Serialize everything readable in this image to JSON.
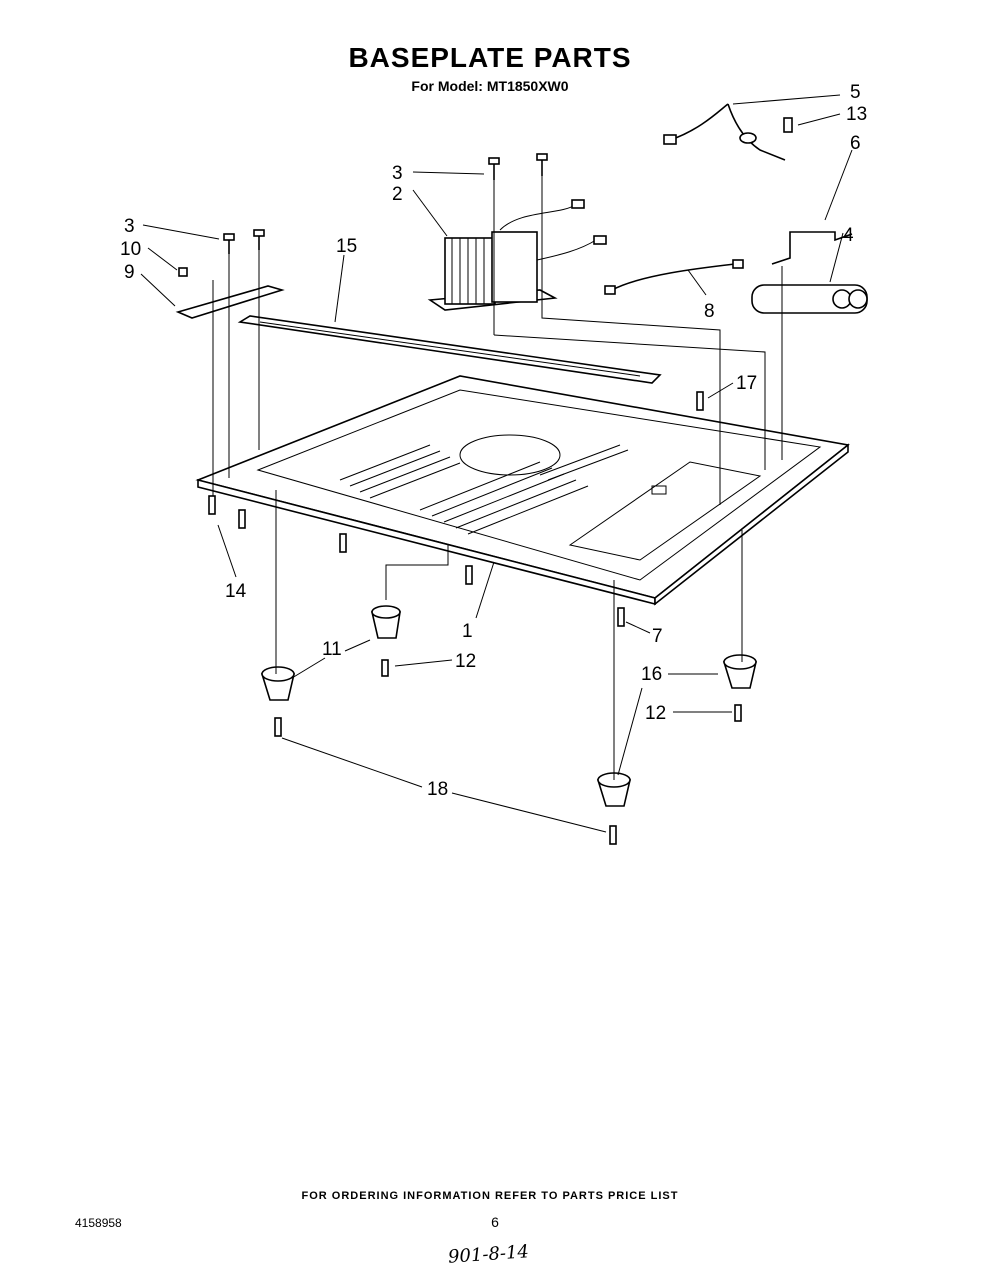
{
  "header": {
    "title": "BASEPLATE PARTS",
    "subtitle": "For Model: MT1850XW0"
  },
  "callouts": {
    "c1": "1",
    "c2": "2",
    "c3a": "3",
    "c3b": "3",
    "c4": "4",
    "c5": "5",
    "c6": "6",
    "c7": "7",
    "c8": "8",
    "c9": "9",
    "c10": "10",
    "c11": "11",
    "c12a": "12",
    "c12b": "12",
    "c13": "13",
    "c14": "14",
    "c15": "15",
    "c16": "16",
    "c17": "17",
    "c18": "18"
  },
  "footer": {
    "ordering_note": "FOR ORDERING INFORMATION REFER TO PARTS PRICE LIST",
    "document_number": "4158958",
    "page_number": "6",
    "handwritten_note": "901-8-14"
  }
}
